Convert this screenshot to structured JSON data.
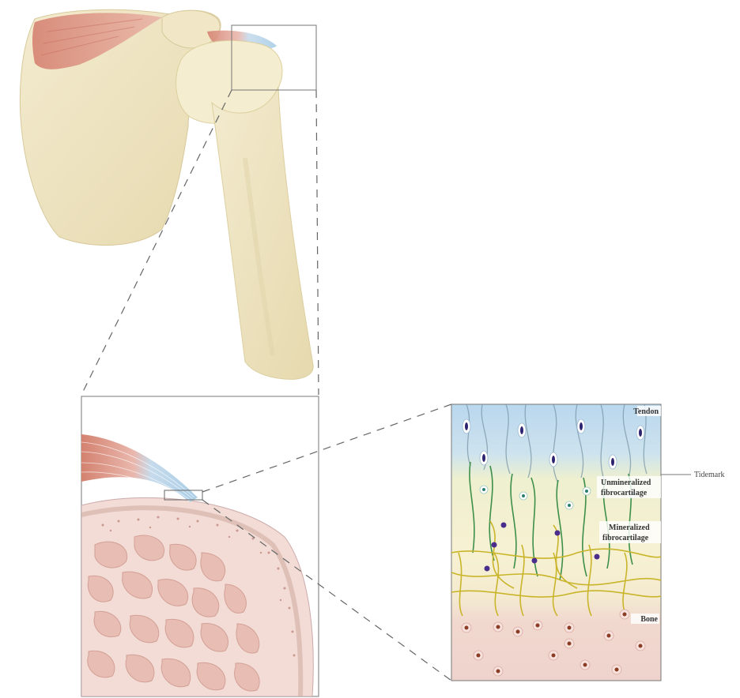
{
  "labels": {
    "tendon": "Tendon",
    "unmineralized_line1": "Unmineralized",
    "unmineralized_line2": "fibrocartilage",
    "mineralized_line1": "Mineralized",
    "mineralized_line2": "fibrocartilage",
    "bone": "Bone",
    "tidemark": "Tidemark"
  },
  "colors": {
    "bone_fill": "#efe6c4",
    "muscle_red": "#d9897a",
    "tendon_blue": "#bcd9ee",
    "fibro_yellow": "#f3f0c9",
    "bone_pink": "#f0d3cc",
    "fiber_green": "#3d8f4a",
    "fiber_yellow": "#c9b52a",
    "cell_purple": "#4a2d8c"
  }
}
